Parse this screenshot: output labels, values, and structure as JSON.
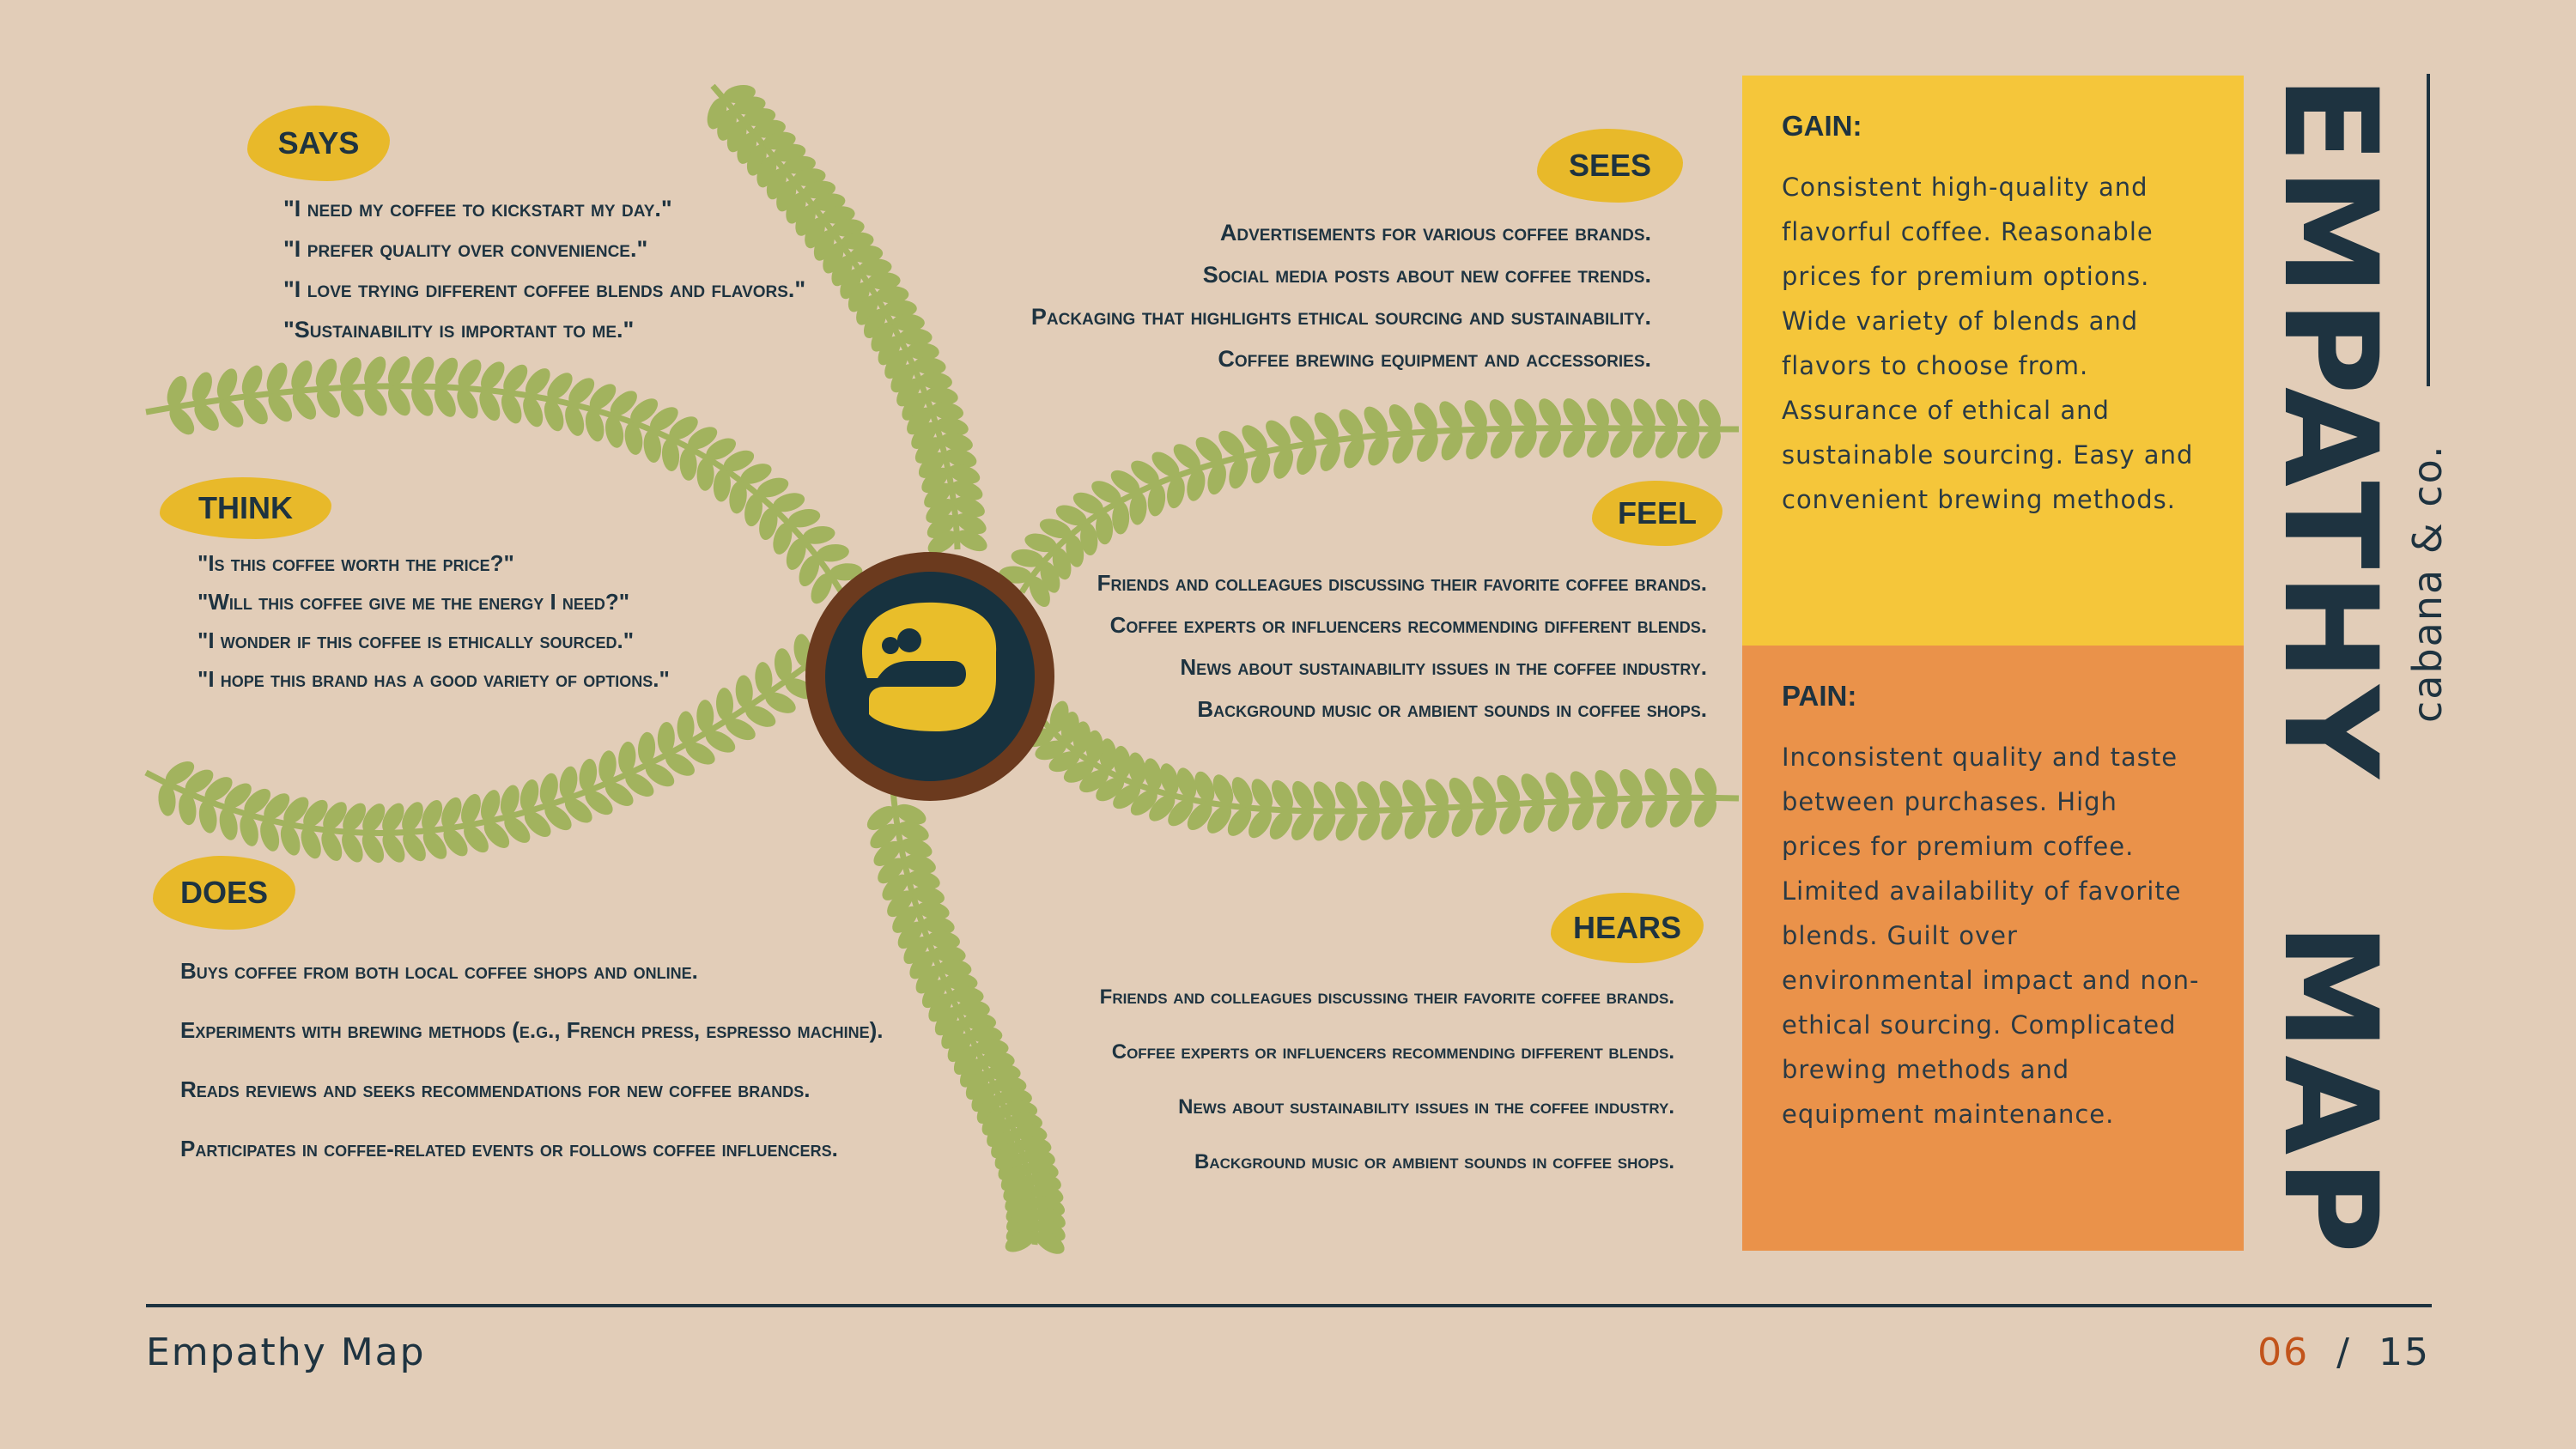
{
  "title": "EMPATHY MAP",
  "title_words": [
    "EMPATHY",
    "MAP"
  ],
  "brand": "cabana & co.",
  "footer": {
    "section": "Empathy Map",
    "page_current": "06",
    "page_sep": "/",
    "page_total": "15"
  },
  "colors": {
    "background": "#E2CDB8",
    "ink": "#1E3340",
    "badge": "#E8B92A",
    "vine": "#A2B35E",
    "gain": "#F5C63A",
    "pain": "#EA924A",
    "page_accent": "#C2531A",
    "logo_ring": "#6B3A1E"
  },
  "logo_icon": "smiling-face-icon",
  "says": {
    "label": "SAYS",
    "items": [
      "\"I need my coffee to kickstart my day.\"",
      "\"I prefer quality over convenience.\"",
      "\"I love trying different coffee blends and flavors.\"",
      "\"Sustainability is important to me.\""
    ]
  },
  "think": {
    "label": "THINK",
    "items": [
      "\"Is this coffee worth the price?\"",
      "\"Will this coffee give me the energy I need?\"",
      "\"I wonder if this coffee is ethically sourced.\"",
      "\"I hope this brand has a good variety of options.\""
    ]
  },
  "does": {
    "label": "DOES",
    "items": [
      "Buys coffee from both local coffee shops and online.",
      "Experiments with brewing methods (e.g., French press, espresso machine).",
      "Reads reviews and seeks recommendations for new coffee brands.",
      "Participates in coffee-related events or follows coffee influencers."
    ]
  },
  "sees": {
    "label": "SEES",
    "items": [
      "Advertisements for various coffee brands.",
      "Social media posts about new coffee trends.",
      "Packaging that highlights ethical sourcing and sustainability.",
      "Coffee brewing equipment and accessories."
    ]
  },
  "feel": {
    "label": "FEEL",
    "items": [
      "Friends and colleagues discussing their favorite coffee brands.",
      "Coffee experts or influencers recommending different blends.",
      "News about sustainability issues in the coffee industry.",
      "Background music or ambient sounds in coffee shops."
    ]
  },
  "hears": {
    "label": "HEARS",
    "items": [
      "Friends and colleagues discussing their favorite coffee brands.",
      "Coffee experts or influencers recommending different blends.",
      "News about sustainability issues in the coffee industry.",
      "Background music or ambient sounds in coffee shops."
    ]
  },
  "gain": {
    "label": "GAIN:",
    "text": "Consistent high-quality and flavorful coffee. Reasonable prices for premium options. Wide variety of blends and flavors to choose from. Assurance of ethical and sustainable sourcing. Easy and convenient brewing methods."
  },
  "pain": {
    "label": "PAIN:",
    "text": "Inconsistent quality and taste between purchases. High prices for premium coffee. Limited availability of favorite blends. Guilt over environmental impact and non-ethical sourcing. Complicated brewing methods and equipment maintenance."
  }
}
